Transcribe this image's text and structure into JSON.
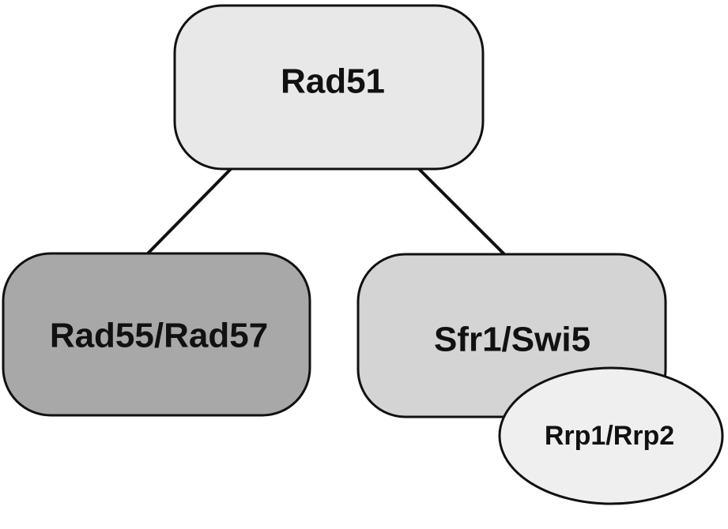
{
  "diagram": {
    "nodes": {
      "rad51": {
        "label": "Rad51",
        "fill": "#e8e8e8"
      },
      "rad55_rad57": {
        "label": "Rad55/Rad57",
        "fill": "#a8a8a8"
      },
      "sfr1_swi5": {
        "label": "Sfr1/Swi5",
        "fill": "#d4d4d4"
      },
      "rrp1_rrp2": {
        "label": "Rrp1/Rrp2",
        "fill": "#efefef"
      }
    },
    "edges": [
      {
        "from": "Rad51",
        "to": "Rad55/Rad57"
      },
      {
        "from": "Rad51",
        "to": "Sfr1/Swi5"
      }
    ],
    "colors": {
      "outline": "#111111",
      "connector": "#111111"
    }
  }
}
